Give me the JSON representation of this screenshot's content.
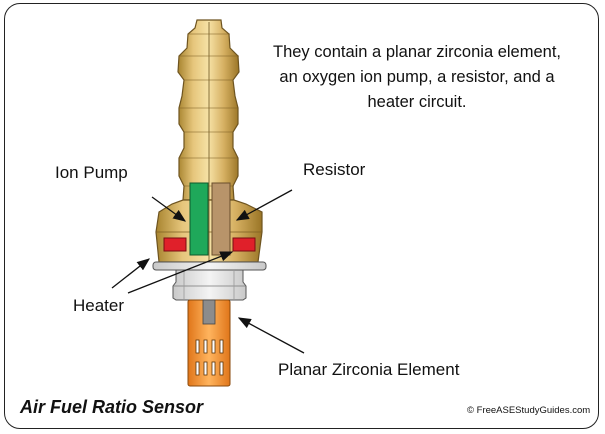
{
  "description": "They contain a planar zirconia element, an oxygen ion pump, a resistor, and a heater circuit.",
  "labels": {
    "ion_pump": "Ion Pump",
    "resistor": "Resistor",
    "heater": "Heater",
    "planar_element": "Planar Zirconia Element"
  },
  "caption": "Air Fuel Ratio Sensor",
  "credit": "© FreeASEStudyGuides.com",
  "colors": {
    "brass": "#d8b56a",
    "brass_dark": "#8a6a28",
    "ion_pump": "#1fa85a",
    "resistor": "#b8946a",
    "heater": "#e0202a",
    "element": "#f08a1e"
  }
}
